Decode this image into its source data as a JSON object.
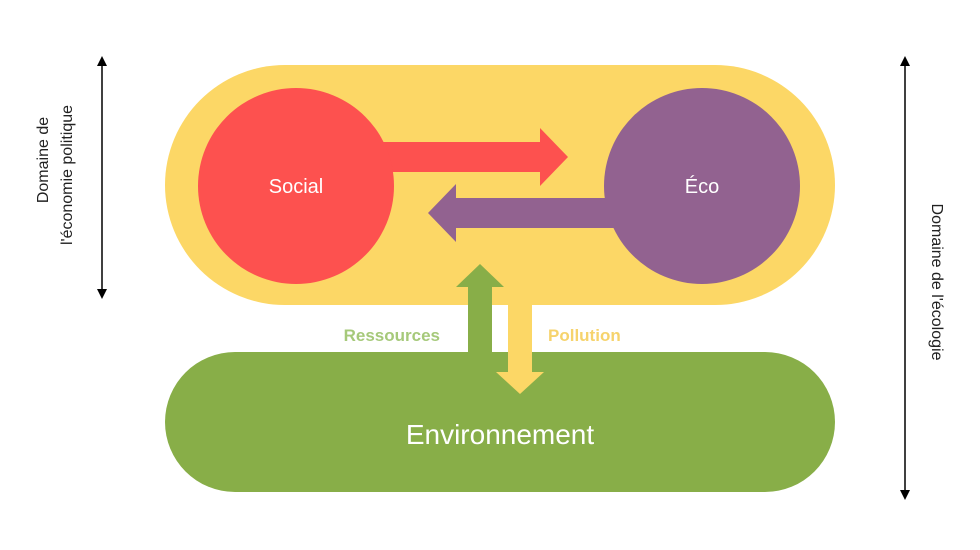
{
  "nodes": {
    "social": "Social",
    "eco": "Éco",
    "environnement": "Environnement"
  },
  "flows": {
    "ressources": "Ressources",
    "pollution": "Pollution"
  },
  "side_labels": {
    "left_line1": "Domaine de",
    "left_line2": "l'économie politique",
    "right": "Domaine de l'écologie"
  },
  "colors": {
    "yellow": "#FCD766",
    "green": "#88AE48",
    "red": "#FD514F",
    "purple": "#926290",
    "ressources_text": "#A6C97A",
    "pollution_text": "#F6D36C"
  }
}
